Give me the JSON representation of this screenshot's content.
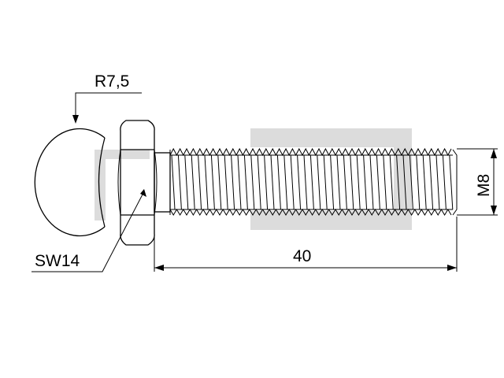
{
  "drawing": {
    "radius_label": "R7,5",
    "wrench_size_label": "SW14",
    "length_label": "40",
    "thread_label": "M8",
    "colors": {
      "line": "#000000",
      "watermark": "#dcdcdc",
      "background": "#ffffff"
    }
  }
}
